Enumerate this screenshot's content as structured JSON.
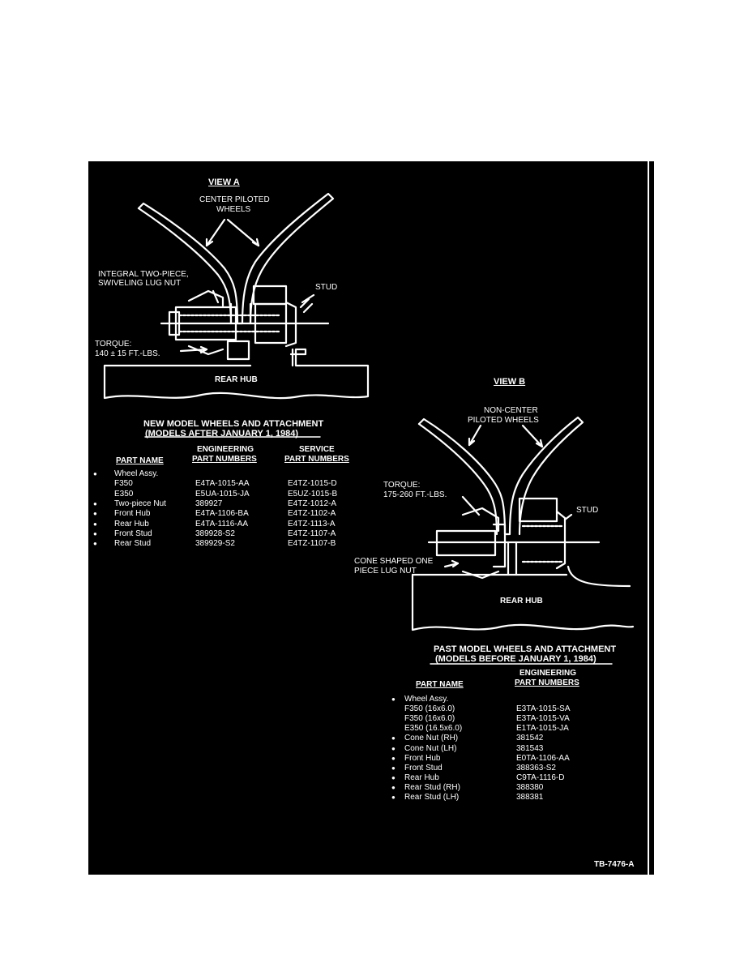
{
  "view_a": {
    "title": "VIEW A",
    "label_wheels_1": "CENTER PILOTED",
    "label_wheels_2": "WHEELS",
    "label_nut_1": "INTEGRAL TWO-PIECE,",
    "label_nut_2": "SWIVELING LUG NUT",
    "label_stud": "STUD",
    "label_torque_1": "TORQUE:",
    "label_torque_2": "140 ± 15 FT.-LBS.",
    "label_hub": "REAR HUB"
  },
  "view_b": {
    "title": "VIEW B",
    "label_wheels_1": "NON-CENTER",
    "label_wheels_2": "PILOTED WHEELS",
    "label_torque_1": "TORQUE:",
    "label_torque_2": "175-260 FT.-LBS.",
    "label_stud": "STUD",
    "label_nut_1": "CONE SHAPED ONE",
    "label_nut_2": "PIECE LUG NUT",
    "label_hub": "REAR HUB"
  },
  "new_table": {
    "title_1": "NEW MODEL WHEELS AND ATTACHMENT",
    "title_2": "(MODELS AFTER JANUARY 1, 1984)",
    "hdr_part": "PART NAME",
    "hdr_eng_1": "ENGINEERING",
    "hdr_eng_2": "PART NUMBERS",
    "hdr_svc_1": "SERVICE",
    "hdr_svc_2": "PART NUMBERS",
    "rows": [
      {
        "name": "Wheel Assy.",
        "eng": "",
        "svc": "",
        "bullet": true
      },
      {
        "name": "F350",
        "eng": "E4TA-1015-AA",
        "svc": "E4TZ-1015-D",
        "bullet": false
      },
      {
        "name": "E350",
        "eng": "E5UA-1015-JA",
        "svc": "E5UZ-1015-B",
        "bullet": false
      },
      {
        "name": "Two-piece Nut",
        "eng": "389927",
        "svc": "E4TZ-1012-A",
        "bullet": true
      },
      {
        "name": "Front Hub",
        "eng": "E4TA-1106-BA",
        "svc": "E4TZ-1102-A",
        "bullet": true
      },
      {
        "name": "Rear Hub",
        "eng": "E4TA-1116-AA",
        "svc": "E4TZ-1113-A",
        "bullet": true
      },
      {
        "name": "Front Stud",
        "eng": "389928-S2",
        "svc": "E4TZ-1107-A",
        "bullet": true
      },
      {
        "name": "Rear Stud",
        "eng": "389929-S2",
        "svc": "E4TZ-1107-B",
        "bullet": true
      }
    ]
  },
  "past_table": {
    "title_1": "PAST MODEL WHEELS AND ATTACHMENT",
    "title_2": "(MODELS BEFORE JANUARY 1, 1984)",
    "hdr_part": "PART NAME",
    "hdr_eng_1": "ENGINEERING",
    "hdr_eng_2": "PART NUMBERS",
    "rows": [
      {
        "name": "Wheel Assy.",
        "eng": "",
        "bullet": true
      },
      {
        "name": "F350 (16x6.0)",
        "eng": "E3TA-1015-SA",
        "bullet": false
      },
      {
        "name": "F350 (16x6.0)",
        "eng": "E3TA-1015-VA",
        "bullet": false
      },
      {
        "name": "E350 (16.5x6.0)",
        "eng": "E1TA-1015-JA",
        "bullet": false
      },
      {
        "name": "Cone Nut (RH)",
        "eng": "381542",
        "bullet": true
      },
      {
        "name": "Cone Nut (LH)",
        "eng": "381543",
        "bullet": true
      },
      {
        "name": "Front Hub",
        "eng": "E0TA-1106-AA",
        "bullet": true
      },
      {
        "name": "Front Stud",
        "eng": "388363-S2",
        "bullet": true
      },
      {
        "name": "Rear Hub",
        "eng": "C9TA-1116-D",
        "bullet": true
      },
      {
        "name": "Rear Stud (RH)",
        "eng": "388380",
        "bullet": true
      },
      {
        "name": "Rear Stud (LH)",
        "eng": "388381",
        "bullet": true
      }
    ]
  },
  "figure_id": "TB-7476-A"
}
